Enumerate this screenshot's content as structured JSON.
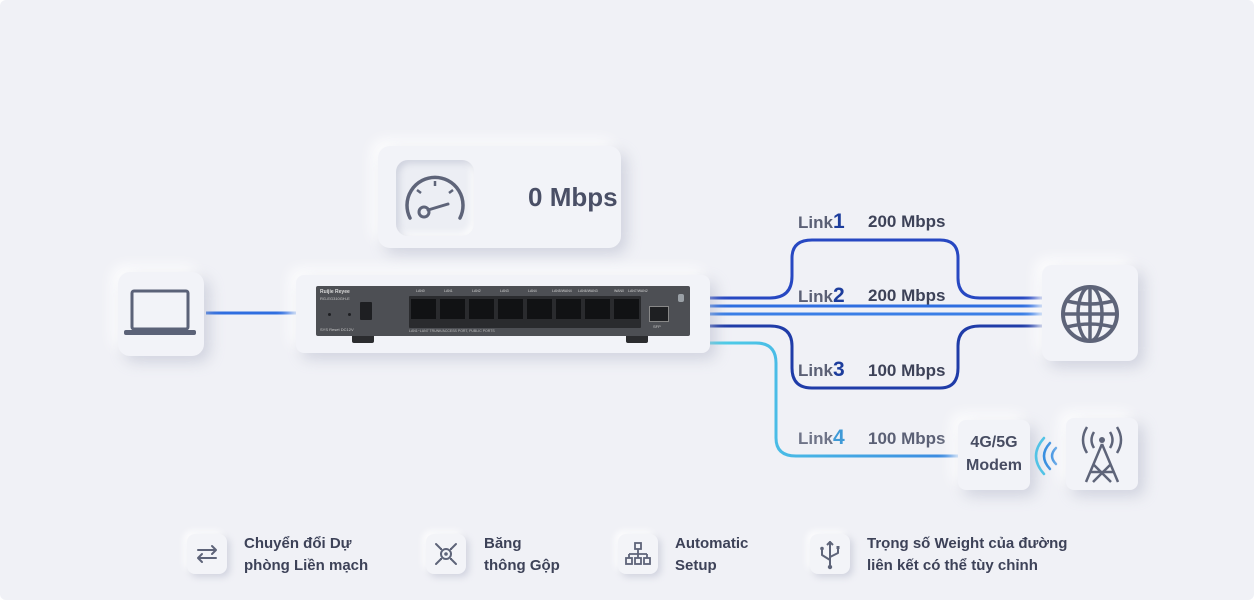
{
  "speed": {
    "value": "0",
    "unit": "Mbps"
  },
  "links": [
    {
      "label": "Link",
      "num": "1",
      "rate": "200 Mbps"
    },
    {
      "label": "Link",
      "num": "2",
      "rate": "200 Mbps"
    },
    {
      "label": "Link",
      "num": "3",
      "rate": "100 Mbps"
    },
    {
      "label": "Link",
      "num": "4",
      "rate": "100 Mbps"
    }
  ],
  "modem": {
    "line1": "4G/5G",
    "line2": "Modem"
  },
  "device": {
    "brand": "Ruijie",
    "sub_brand": "Reyee",
    "model": "RG-EG310GH-E",
    "port_labels": [
      "LAN0",
      "LAN1",
      "LAN2",
      "LAN3",
      "LAN4",
      "LAN5/WAN4",
      "LAN6/WAN3",
      "WAN0",
      "LAN7/WAN2",
      "SFP"
    ],
    "left_labels": [
      "SYS",
      "Reset",
      "DC12V"
    ],
    "bottom_note": "LAN1~LAN7 TRUNK/ACCESS PORT, PUBLIC PORTS"
  },
  "features": [
    {
      "icon": "failover-arrows-icon",
      "line1": "Chuyển đổi Dự",
      "line2": "phòng Liền mạch"
    },
    {
      "icon": "bandwidth-aggregation-icon",
      "line1": "Băng",
      "line2": "thông Gộp"
    },
    {
      "icon": "network-tree-icon",
      "line1": "Automatic",
      "line2": "Setup"
    },
    {
      "icon": "usb-weight-icon",
      "line1": "Trọng số Weight của đường",
      "line2": "liên kết có thể tùy chỉnh"
    }
  ],
  "colors": {
    "link_dark": "#1f3fb8",
    "link_blue": "#2f6ee0",
    "link_cyan": "#52c3e6",
    "text": "#3d4258"
  }
}
